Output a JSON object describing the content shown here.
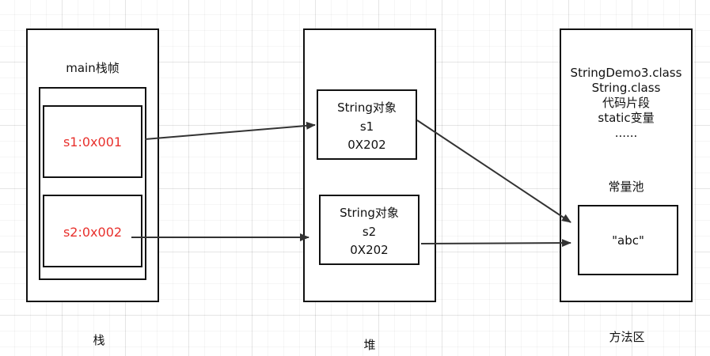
{
  "stack": {
    "frame_label": "main栈帧",
    "s1": "s1:0x001",
    "s2": "s2:0x002",
    "caption": "栈"
  },
  "heap": {
    "obj1": {
      "type": "String对象",
      "name": "s1",
      "addr": "0X202"
    },
    "obj2": {
      "type": "String对象",
      "name": "s2",
      "addr": "0X202"
    },
    "caption": "堆"
  },
  "method_area": {
    "contents": [
      "StringDemo3.class",
      "String.class",
      "代码片段",
      "static变量",
      "......"
    ],
    "pool_label": "常量池",
    "pool_value": "\"abc\"",
    "caption": "方法区"
  },
  "colors": {
    "reference_text": "#e8302c",
    "line": "#333333"
  }
}
